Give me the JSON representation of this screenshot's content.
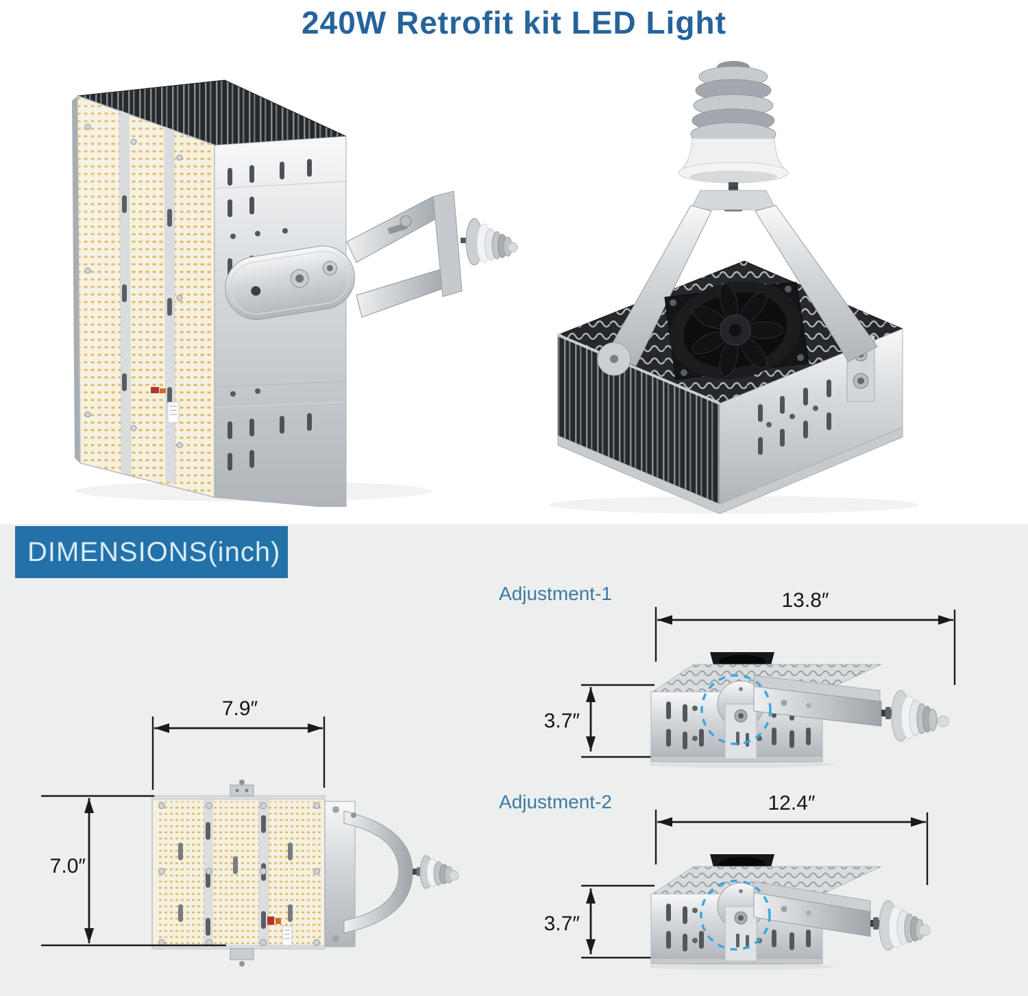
{
  "title": "240W Retrofit kit LED Light",
  "section": {
    "header": "DIMENSIONS(inch)"
  },
  "front_view": {
    "width": "7.9″",
    "height": "7.0″"
  },
  "adjustment1": {
    "label": "Adjustment-1",
    "length": "13.8″",
    "height": "3.7″"
  },
  "adjustment2": {
    "label": "Adjustment-2",
    "length": "12.4″",
    "height": "3.7″"
  },
  "images": {
    "left_photo": "led-panel-with-mount-bracket-and-e39-base",
    "right_photo": "heatsink-with-fan-and-e39-socket",
    "front_view_drawing": "led-panel-front-dimension-view",
    "adjustment1_drawing": "side-view-bracket-flat",
    "adjustment2_drawing": "side-view-bracket-angled"
  },
  "colors": {
    "title_blue": "#26639b",
    "header_bg": "#2471a8",
    "header_text": "#d7edf9",
    "adjustment_label_blue": "#3a7aa5",
    "section_bg": "#edefee",
    "dimension_ink": "#1a1a1a",
    "led_amber": "#e2b253",
    "highlight_dashed_circle": "#3da6de"
  }
}
